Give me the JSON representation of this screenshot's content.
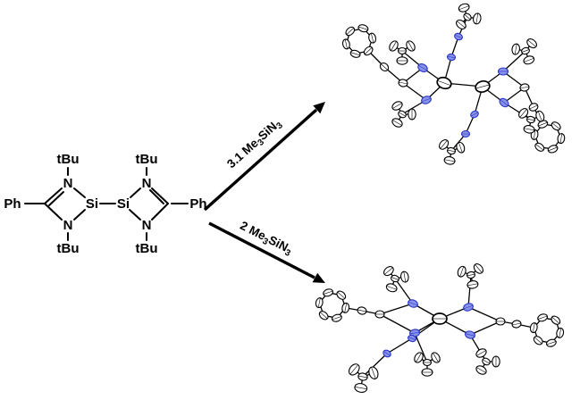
{
  "scheme": {
    "reactant": {
      "ph": "Ph",
      "n": "N",
      "si": "Si",
      "tbu": "tBu"
    },
    "arrows": {
      "top": {
        "prefix": "3.1 Me",
        "sub1": "3",
        "mid": "SiN",
        "sub2": "3"
      },
      "bottom": {
        "prefix": "2 Me",
        "sub1": "3",
        "mid": "SiN",
        "sub2": "3"
      }
    }
  },
  "colors": {
    "background": "#ffffff",
    "bond": "#000000",
    "arrow": "#000000",
    "ellipsoid_fill": "#ffffff",
    "nitrogen_fill": "#8892e8",
    "nitrogen_stroke": "#2a35c8"
  }
}
